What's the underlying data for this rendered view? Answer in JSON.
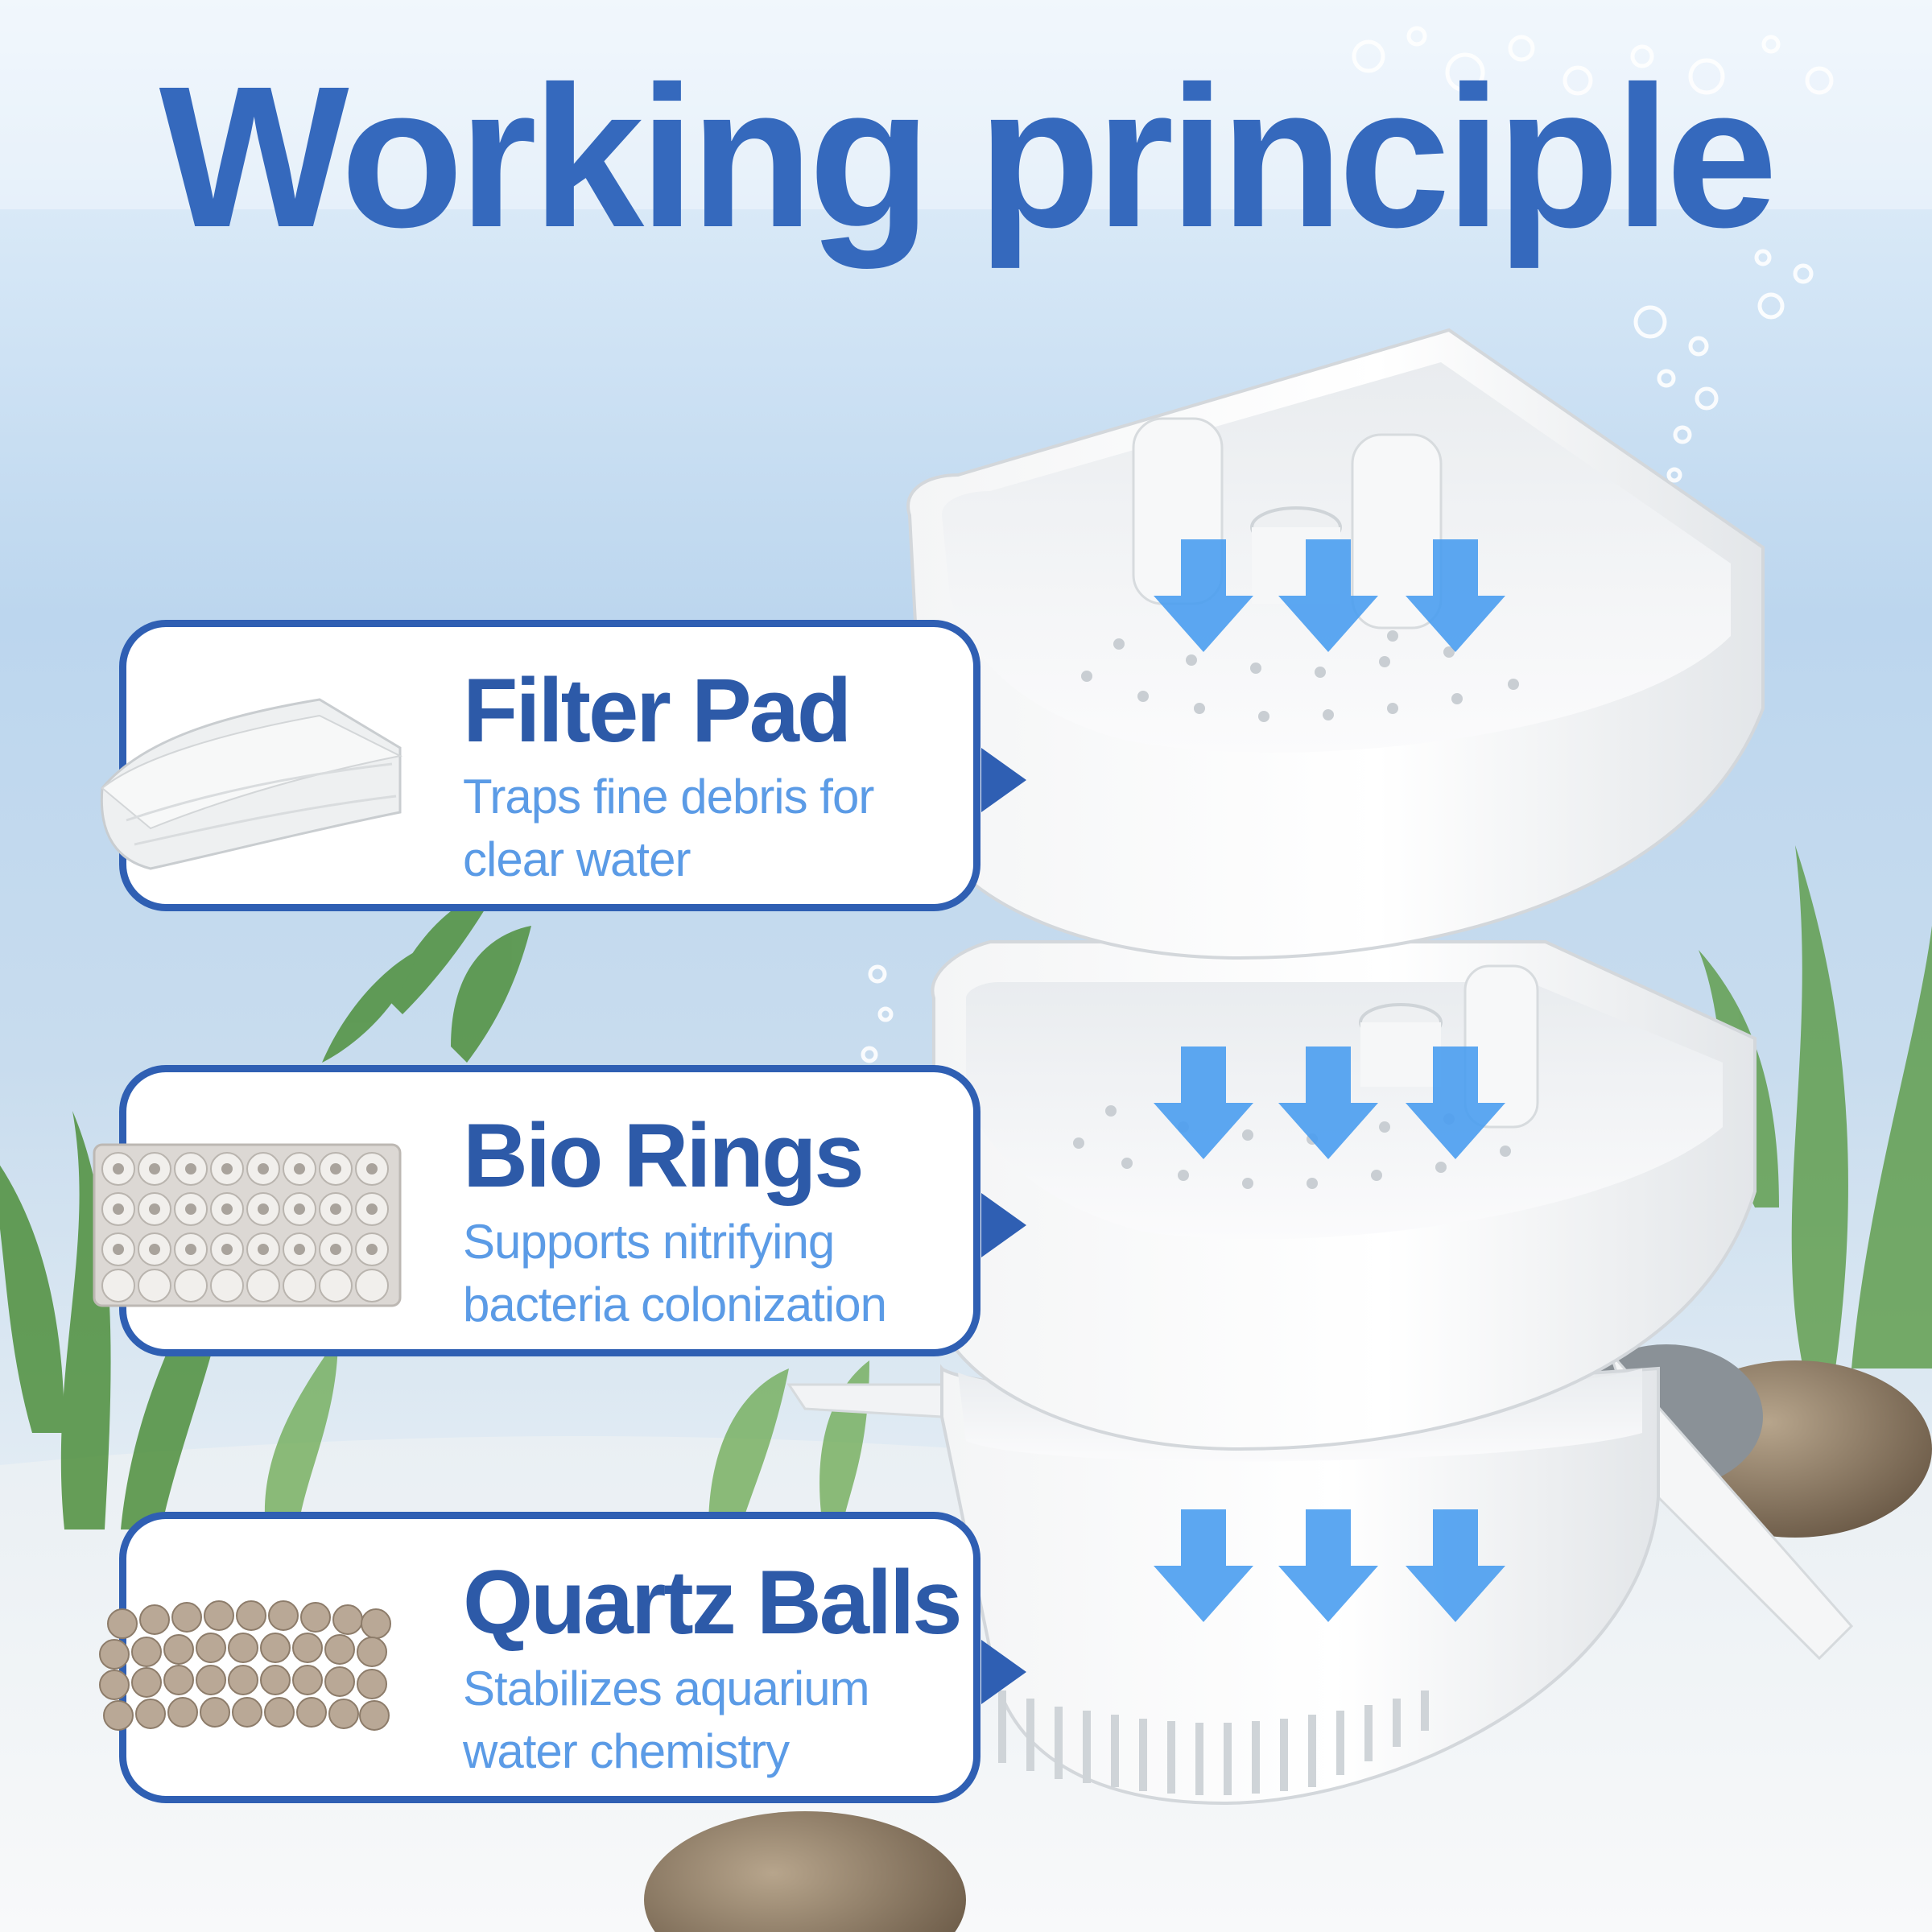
{
  "title": "Working principle",
  "stages": [
    {
      "heading": "Filter Pad",
      "description": "Traps fine debris for clear water",
      "image_icon": "folded-towel-icon"
    },
    {
      "heading": "Bio Rings",
      "description": "Supports nitrifying bacteria colonization",
      "image_icon": "ceramic-rings-icon"
    },
    {
      "heading": "Quartz Balls",
      "description": "Stabilizes aquarium water chemistry",
      "image_icon": "quartz-balls-icon"
    }
  ],
  "flow_icon": "down-arrow-icon",
  "colors": {
    "title": "#3569bd",
    "card_border": "#2f5fb3",
    "heading": "#2d5aa8",
    "description": "#5b9be6",
    "arrow": "#4a9df0"
  }
}
